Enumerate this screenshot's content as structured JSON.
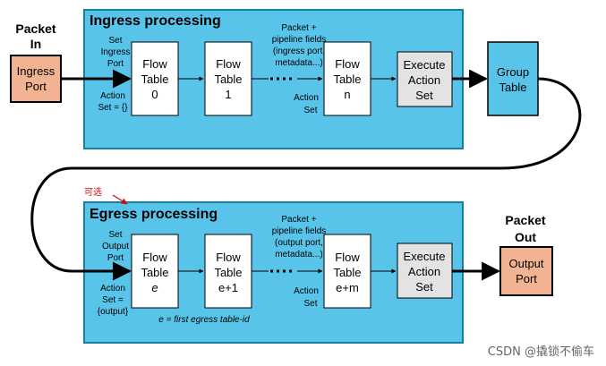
{
  "labels": {
    "packet_in": [
      "Packet",
      "In"
    ],
    "packet_out": [
      "Packet",
      "Out"
    ],
    "ingress_port": [
      "Ingress",
      "Port"
    ],
    "output_port": [
      "Output",
      "Port"
    ],
    "group_table": [
      "Group",
      "Table"
    ],
    "optional_mark": "可选",
    "watermark": "CSDN @撬锁不偷车"
  },
  "ingress": {
    "title": "Ingress processing",
    "set_port": [
      "Set",
      "Ingress",
      "Port"
    ],
    "action_set": [
      "Action",
      "Set = {}"
    ],
    "pipeline_note": [
      "Packet +",
      "pipeline fields",
      "(ingress port,",
      "metadata...)"
    ],
    "action_set_right": [
      "Action",
      "Set"
    ],
    "tables": [
      {
        "lines": [
          "Flow",
          "Table",
          "0"
        ]
      },
      {
        "lines": [
          "Flow",
          "Table",
          "1"
        ]
      },
      {
        "lines": [
          "Flow",
          "Table",
          "n"
        ]
      }
    ],
    "execute": [
      "Execute",
      "Action",
      "Set"
    ]
  },
  "egress": {
    "title": "Egress processing",
    "set_port": [
      "Set",
      "Output",
      "Port"
    ],
    "action_set": [
      "Action",
      "Set =",
      "{output}"
    ],
    "pipeline_note": [
      "Packet +",
      "pipeline fields",
      "(output port,",
      "metadata...)"
    ],
    "action_set_right": [
      "Action",
      "Set"
    ],
    "footnote": "e = first egress table-id",
    "tables": [
      {
        "lines": [
          "Flow",
          "Table",
          "e"
        ]
      },
      {
        "lines": [
          "Flow",
          "Table",
          "e+1"
        ]
      },
      {
        "lines": [
          "Flow",
          "Table",
          "e+m"
        ]
      }
    ],
    "execute": [
      "Execute",
      "Action",
      "Set"
    ]
  },
  "colors": {
    "panel": "#59c4ea",
    "panel_border": "#15809f",
    "port_fill": "#f2b393",
    "group_fill": "#59c4ea",
    "table_fill": "#ffffff",
    "execute_fill": "#e3e3e3",
    "optional_mark": "#d01010"
  }
}
